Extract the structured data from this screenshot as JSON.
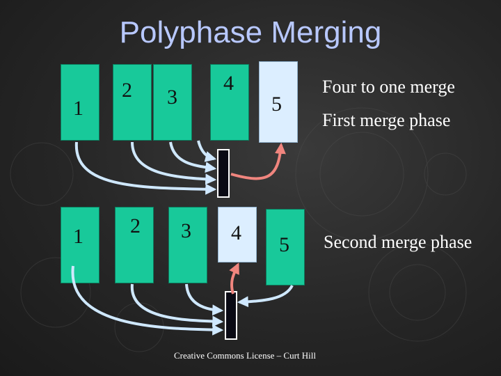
{
  "title": "Polyphase Merging",
  "phase1": {
    "tapes": [
      "1",
      "2",
      "3",
      "4",
      "5"
    ],
    "notes": [
      "Four to one merge",
      "First merge phase"
    ]
  },
  "phase2": {
    "tapes": [
      "1",
      "2",
      "3",
      "4",
      "5"
    ],
    "note": "Second merge phase"
  },
  "credit": "Creative Commons License – Curt Hill",
  "colors": {
    "tape": "#18c99a",
    "output_tape": "#dceeff",
    "input_arrow": "#cfe8ff",
    "output_arrow": "#f0857e",
    "title": "#b8c8ff"
  }
}
